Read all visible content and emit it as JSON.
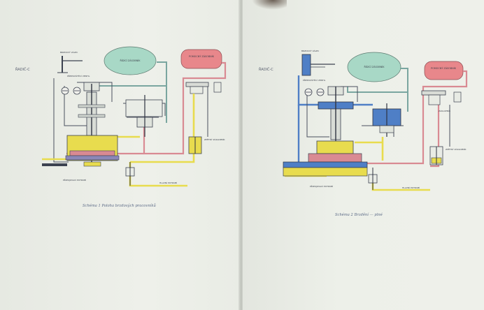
{
  "left_page": {
    "side_label": "ŘADIČ-C",
    "caption": "Schéma 1 Poloha brzdových pracovníků",
    "labels": {
      "reservoir_green": "ŘÍDÍCÍ ZÁSOBNÍK",
      "reservoir_red": "POMOCNÝ ZÁSOBNÍK",
      "top_valve": "BRZDOVÝ VÁLEC",
      "left_valve": "PŘEPOUŠTĚCÍ VENTIL",
      "right_cylinder": "ZPĚTNÝ ZÁKLOPNÍK",
      "bottom_left": "PŘIPOJOVACÍ POTRUBÍ",
      "bottom_right": "HLAVNÍ POTRUBÍ"
    }
  },
  "right_page": {
    "side_label": "ŘADIČ-C",
    "caption": "Schéma 2 Brzdění — plné",
    "labels": {
      "reservoir_green": "ŘÍDÍCÍ ZÁSOBNÍK",
      "reservoir_red": "POMOCNÝ ZÁSOBNÍK",
      "top_valve": "BRZDOVÝ VÁLEC",
      "left_valve": "PŘEPOUŠTĚCÍ VENTIL",
      "right_upper": "ZÁKLOPNÍK",
      "right_cylinder": "ZPĚTNÝ ZÁKLOPNÍK",
      "bottom_left": "PŘIPOJOVACÍ POTRUBÍ",
      "bottom_right": "HLAVNÍ POTRUBÍ"
    }
  },
  "colors": {
    "paper": "#ecefe8",
    "line_dark": "#4a505e",
    "green_reservoir": "#a8d8c6",
    "red_reservoir": "#e8878b",
    "yellow_pipe": "#e8dc4e",
    "pink_pipe": "#d98a93",
    "teal_pipe": "#7aa6a0",
    "blue_pipe": "#4f7fc6",
    "purple_pipe": "#8b87b8"
  }
}
